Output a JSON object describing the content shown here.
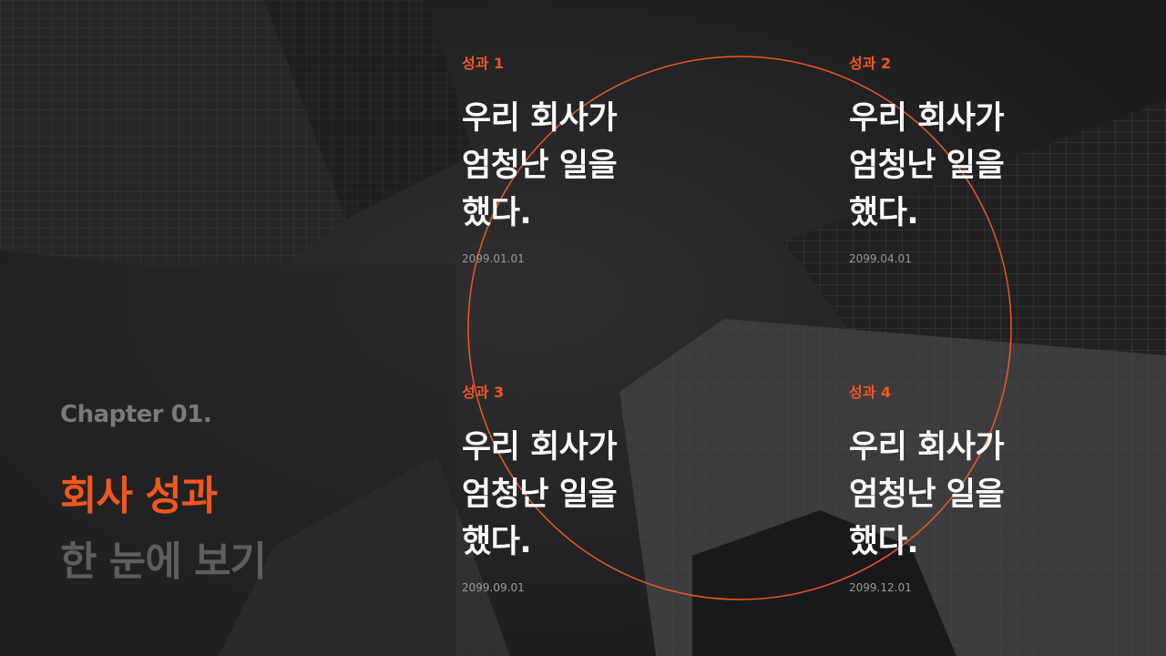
{
  "chapter": "Chapter 01.",
  "title_line1": "회사 성과",
  "title_line2": "한 눈에 보기",
  "accent_color": "#f1571f",
  "cards": [
    {
      "label": "성과 1",
      "text": "우리 회사가\n엄청난 일을\n했다.",
      "date": "2099.01.01"
    },
    {
      "label": "성과 2",
      "text": "우리 회사가\n엄청난 일을\n했다.",
      "date": "2099.04.01"
    },
    {
      "label": "성과 3",
      "text": "우리 회사가\n엄청난 일을\n했다.",
      "date": "2099.09.01"
    },
    {
      "label": "성과 4",
      "text": "우리 회사가\n엄청난 일을\n했다.",
      "date": "2099.12.01"
    }
  ]
}
